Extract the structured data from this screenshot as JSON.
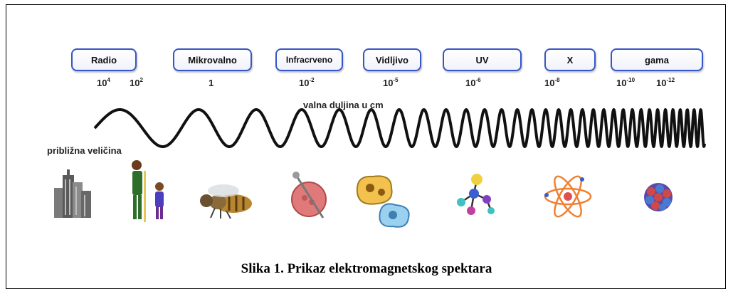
{
  "bands": [
    "Radio",
    "Mikrovalno",
    "Infracrveno",
    "Vidljivo",
    "UV",
    "X",
    "gama"
  ],
  "wavelength_ticks": [
    {
      "base": "10",
      "exp": "4"
    },
    {
      "base": "10",
      "exp": "2"
    },
    {
      "base": "1",
      "exp": ""
    },
    {
      "base": "10",
      "exp": "-2"
    },
    {
      "base": "10",
      "exp": "-5"
    },
    {
      "base": "10",
      "exp": "-6"
    },
    {
      "base": "10",
      "exp": "-8"
    },
    {
      "base": "10",
      "exp": "-10"
    },
    {
      "base": "10",
      "exp": "-12"
    }
  ],
  "axis_label": "valna duljina u cm",
  "size_label": "približna veličina",
  "objects": [
    "buildings-icon",
    "people-icon",
    "bee-icon",
    "needle-point-icon",
    "cells-icon",
    "molecule-icon",
    "atom-icon",
    "nucleus-icon"
  ],
  "caption": "Slika 1. Prikaz elektromagnetskog spektara",
  "colors": {
    "band_border": "#3556c7",
    "wave": "#111111"
  }
}
